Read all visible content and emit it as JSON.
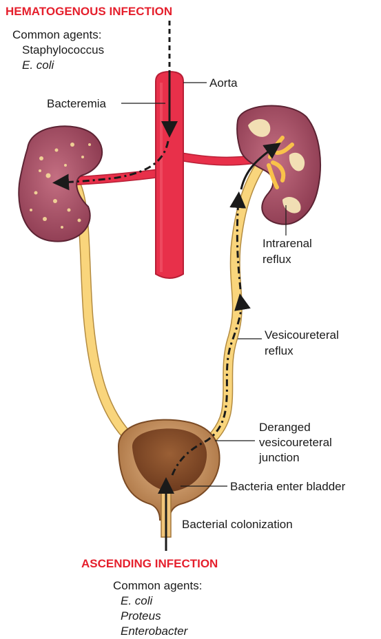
{
  "hematogenous": {
    "title": "HEMATOGENOUS INFECTION",
    "agents_label": "Common agents:",
    "agents": [
      "Staphylococcus",
      "E. coli"
    ]
  },
  "labels": {
    "aorta": "Aorta",
    "bacteremia": "Bacteremia",
    "intrarenal_1": "Intrarenal",
    "intrarenal_2": "reflux",
    "vesicoureteral_1": "Vesicoureteral",
    "vesicoureteral_2": "reflux",
    "deranged_1": "Deranged",
    "deranged_2": "vesicoureteral",
    "deranged_3": "junction",
    "bacteria_enter": "Bacteria enter bladder",
    "colonization": "Bacterial colonization"
  },
  "ascending": {
    "title": "ASCENDING INFECTION",
    "agents_label": "Common agents:",
    "agents": [
      "E. coli",
      "Proteus",
      "Enterobacter"
    ]
  },
  "colors": {
    "heading": "#e51f2c",
    "aorta": "#e8304a",
    "ureter": "#f9d57c",
    "kidney": "#b25a6e",
    "bladder": "#c8925e"
  }
}
